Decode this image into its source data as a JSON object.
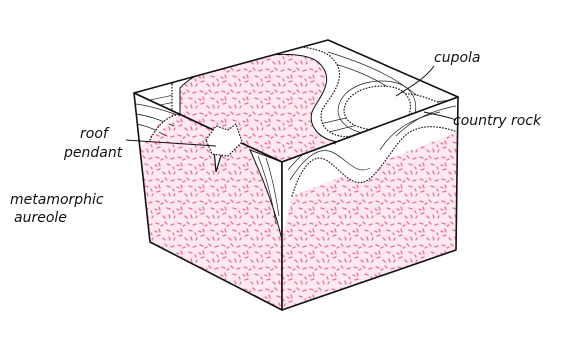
{
  "labels": {
    "cupola": "cupola",
    "country_rock": "country rock",
    "roof_line1": "roof",
    "roof_line2": "pendant",
    "aureole_line1": "metamorphic",
    "aureole_line2": "aureole"
  },
  "colors": {
    "granite_fill": "#fde9ef",
    "granite_speck": "#e9728f",
    "country_rock": "#ffffff",
    "outline": "#111111"
  }
}
